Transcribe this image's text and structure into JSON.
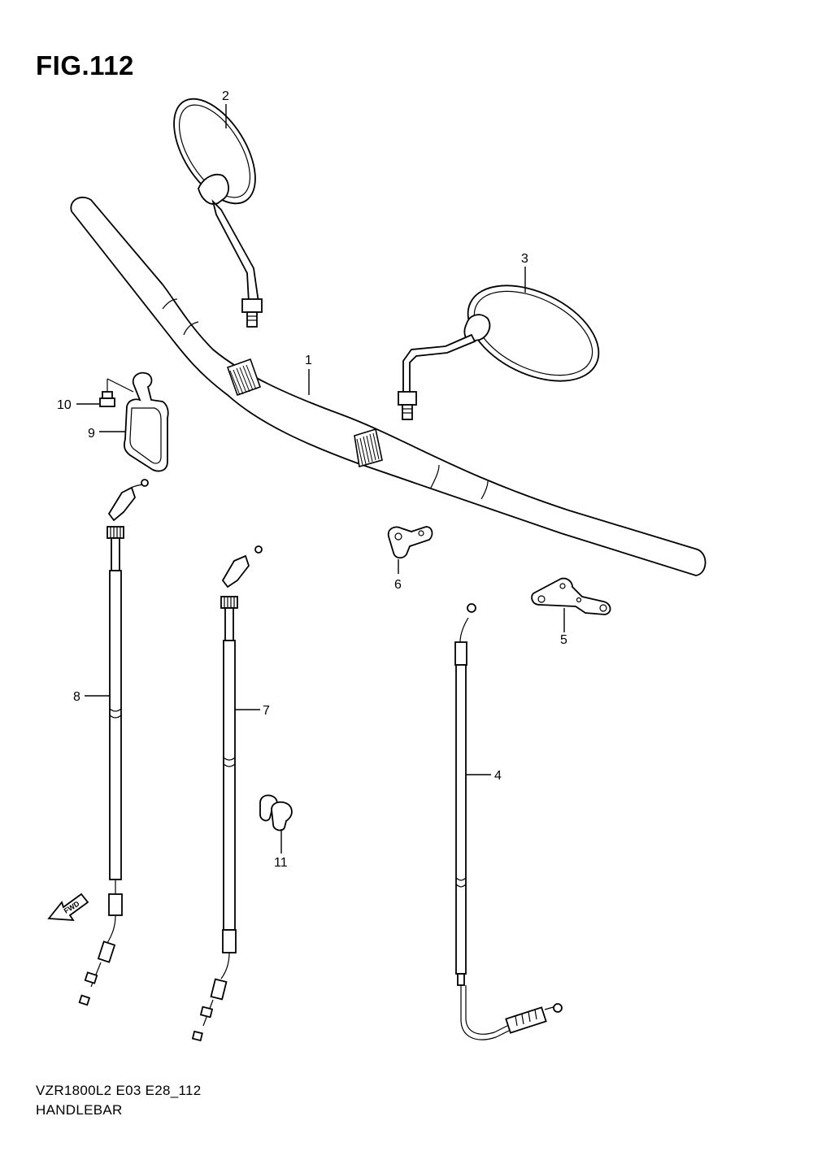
{
  "figure": {
    "title": "FIG.112",
    "model_code": "VZR1800L2 E03 E28_112",
    "section_name": "HANDLEBAR"
  },
  "callouts": {
    "p1": "1",
    "p2": "2",
    "p3": "3",
    "p4": "4",
    "p5": "5",
    "p6": "6",
    "p7": "7",
    "p8": "8",
    "p9": "9",
    "p10": "10",
    "p11": "11"
  },
  "fwd_arrow": {
    "label": "FWD"
  }
}
